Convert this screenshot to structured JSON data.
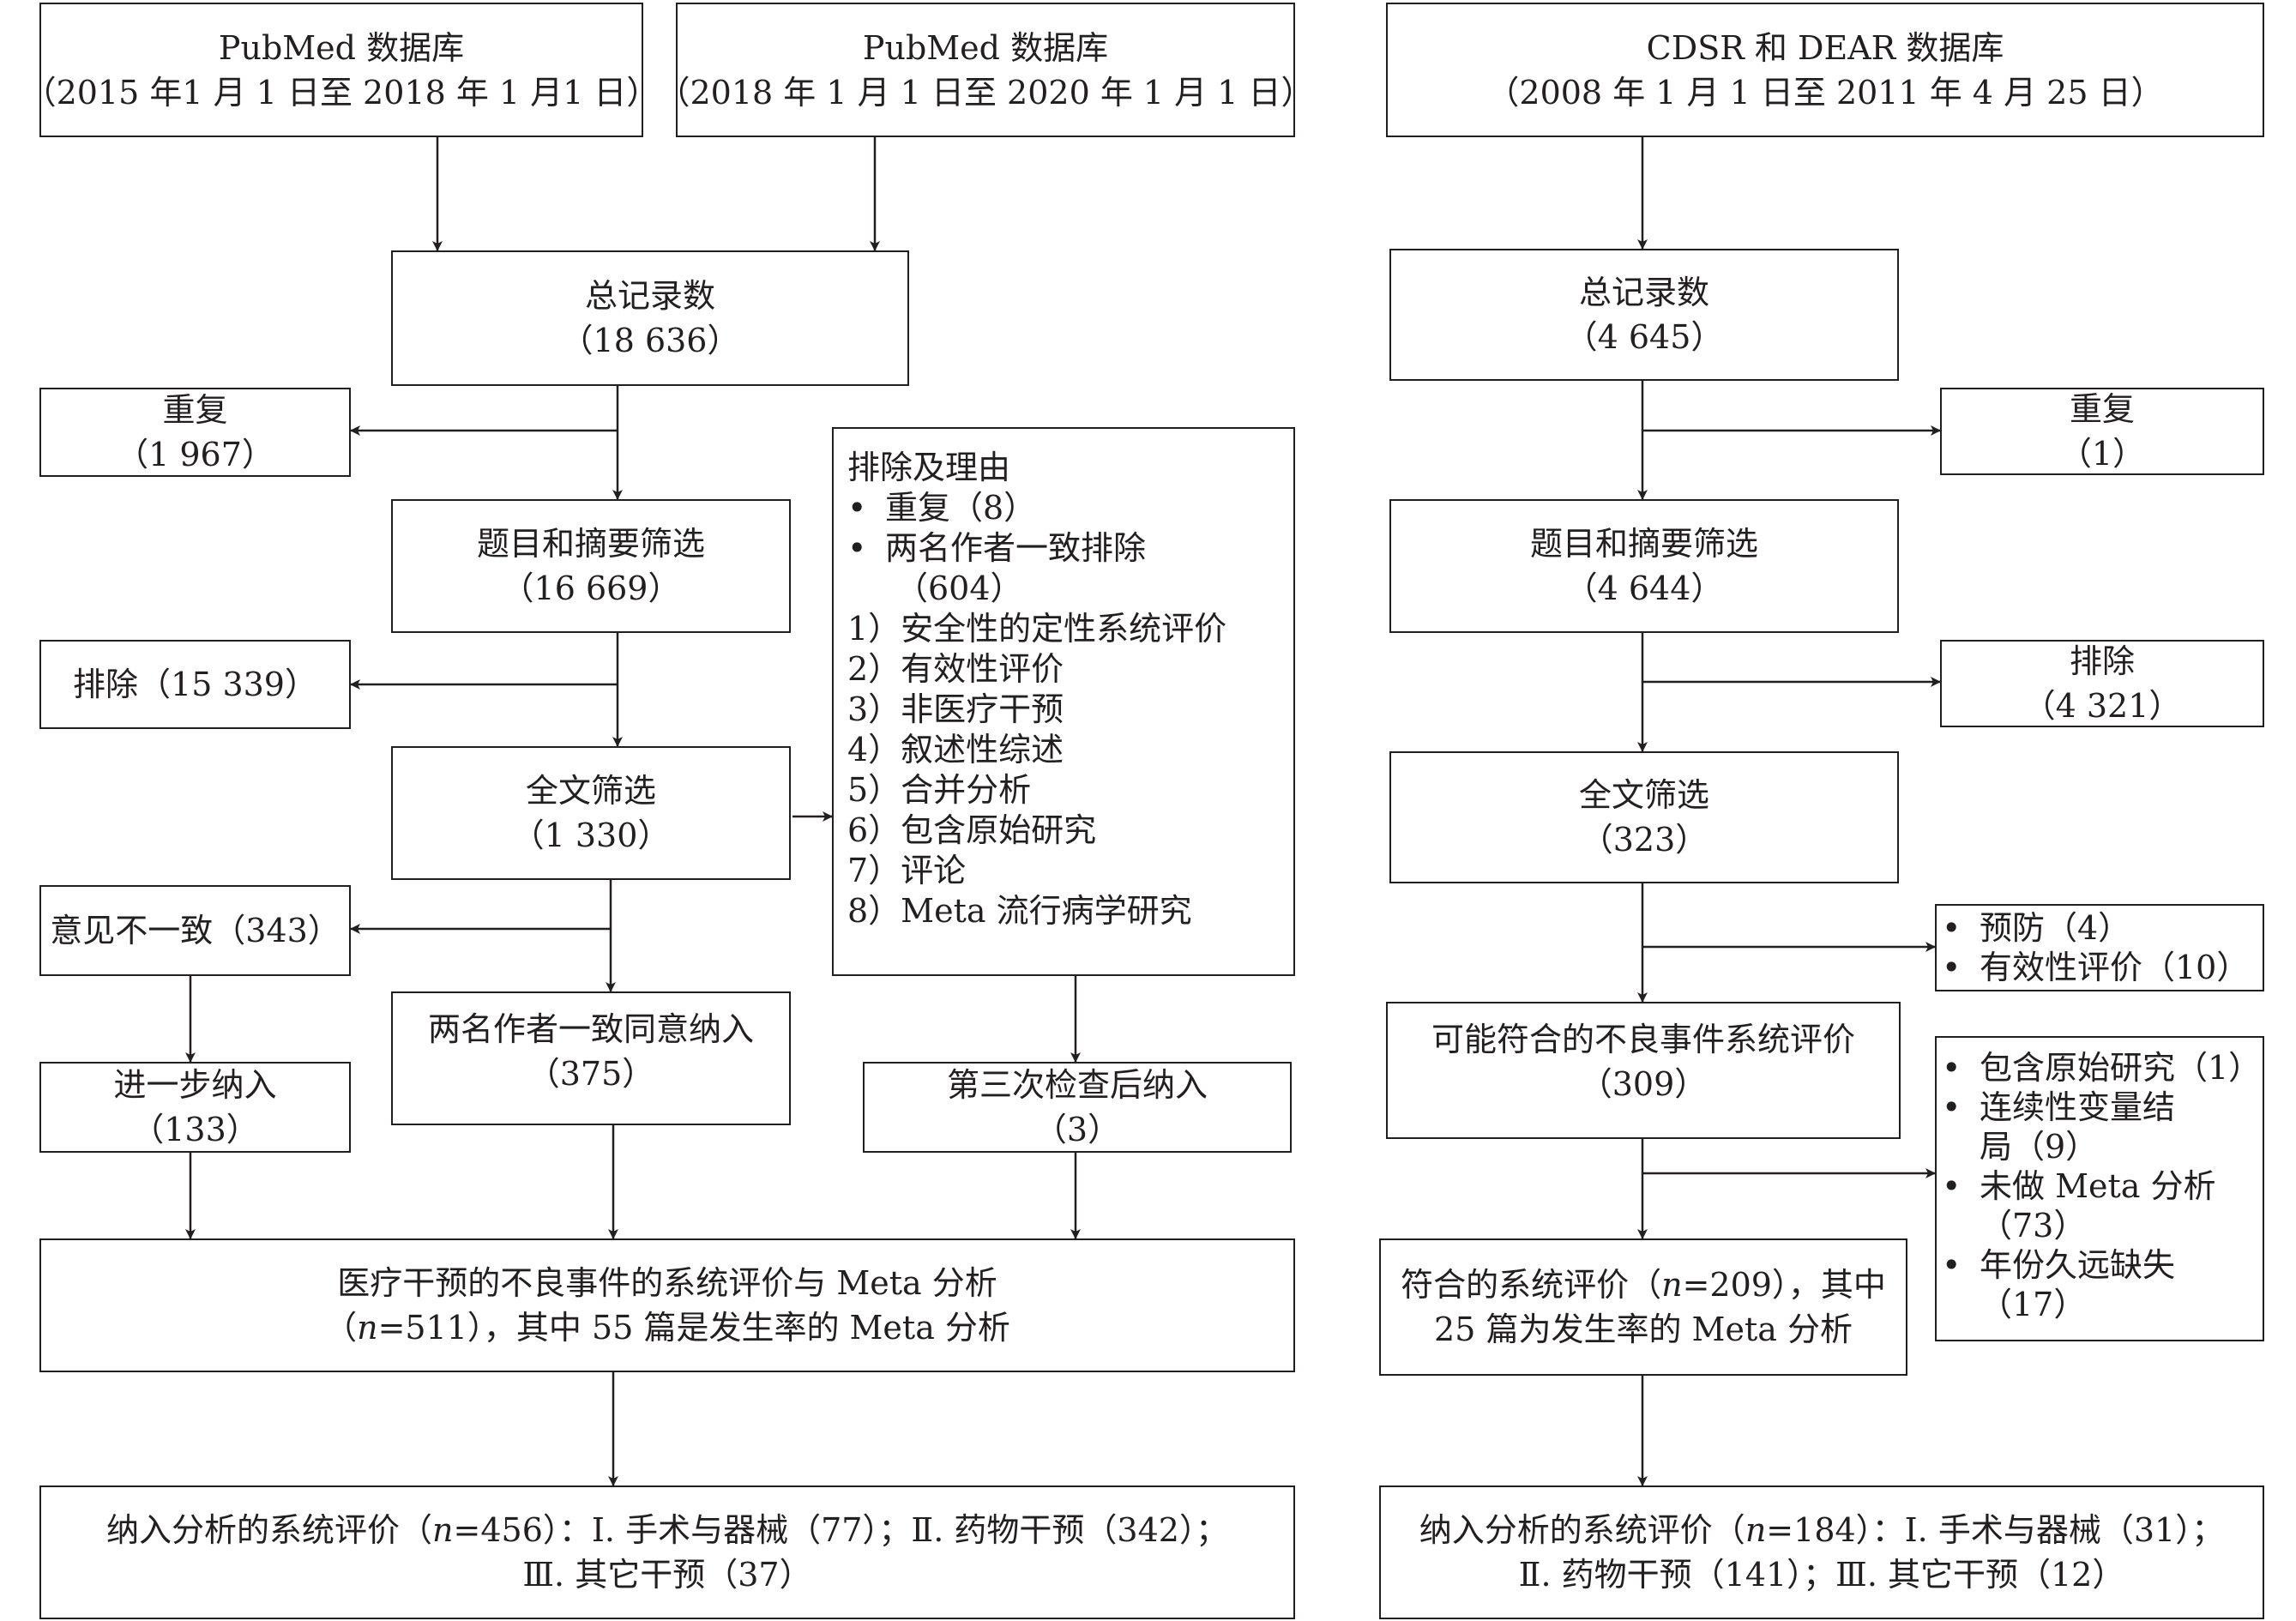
{
  "left": {
    "db1": {
      "line1": "PubMed 数据库",
      "line2": "（2015 年1 月 1 日至 2018 年 1 月1 日）"
    },
    "db2": {
      "line1": "PubMed 数据库",
      "line2": "（2018 年 1 月 1 日至 2020 年 1 月 1 日）"
    },
    "total": {
      "line1": "总记录数",
      "line2": "（18 636）"
    },
    "dup": {
      "line1": "重复",
      "line2": "（1 967）"
    },
    "title_screen": {
      "line1": "题目和摘要筛选",
      "line2": "（16 669）"
    },
    "excl": {
      "line1": "排除（15 339）"
    },
    "fulltext": {
      "line1": "全文筛选",
      "line2": "（1 330）"
    },
    "disagree": {
      "line1": "意见不一致（343）"
    },
    "agree": {
      "line1": "两名作者一致同意纳入",
      "line2": "（375）"
    },
    "further": {
      "line1": "进一步纳入",
      "line2": "（133）"
    },
    "third": {
      "line1": "第三次检查后纳入",
      "line2": "（3）"
    },
    "reasons": {
      "title": "排除及理由",
      "b1": "重复（8）",
      "b2": "两名作者一致排除",
      "b2b": "（604）",
      "r1": "1）安全性的定性系统评价",
      "r2": "2）有效性评价",
      "r3": "3）非医疗干预",
      "r4": "4）叙述性综述",
      "r5": "5）合并分析",
      "r6": "6）包含原始研究",
      "r7": "7）评论",
      "r8": "8）Meta 流行病学研究"
    },
    "sr": {
      "line1": "医疗干预的不良事件的系统评价与 Meta 分析",
      "line2_pre": "（",
      "n": "n",
      "line2_post": "=511），其中 55 篇是发生率的 Meta 分析"
    },
    "final": {
      "line1_pre": "纳入分析的系统评价（",
      "n": "n",
      "line1_post": "=456）：Ⅰ. 手术与器械（77）；Ⅱ. 药物干预（342）；",
      "line2": "Ⅲ. 其它干预（37）"
    }
  },
  "right": {
    "db": {
      "line1": "CDSR 和 DEAR 数据库",
      "line2": "（2008 年 1 月 1 日至 2011 年 4 月 25 日）"
    },
    "total": {
      "line1": "总记录数",
      "line2": "（4 645）"
    },
    "dup": {
      "line1": "重复",
      "line2": "（1）"
    },
    "title_screen": {
      "line1": "题目和摘要筛选",
      "line2": "（4 644）"
    },
    "excl": {
      "line1": "排除",
      "line2": "（4 321）"
    },
    "fulltext": {
      "line1": "全文筛选",
      "line2": "（323）"
    },
    "excl2": {
      "b1": "预防（4）",
      "b2": "有效性评价（10）"
    },
    "possible": {
      "line1": "可能符合的不良事件系统评价",
      "line2": "（309）"
    },
    "excl3": {
      "b1": "包含原始研究（1）",
      "b2": "连续性变量结",
      "b2b": "局（9）",
      "b3": "未做 Meta 分析",
      "b3b": "（73）",
      "b4": "年份久远缺失",
      "b4b": "（17）"
    },
    "eligible": {
      "line1_pre": "符合的系统评价（",
      "n": "n",
      "line1_post": "=209），其中",
      "line2": "25 篇为发生率的 Meta 分析"
    },
    "final": {
      "line1_pre": "纳入分析的系统评价（",
      "n": "n",
      "line1_post": "=184）：Ⅰ. 手术与器械（31）；",
      "line2": "Ⅱ. 药物干预（141）；Ⅲ. 其它干预（12）"
    }
  }
}
